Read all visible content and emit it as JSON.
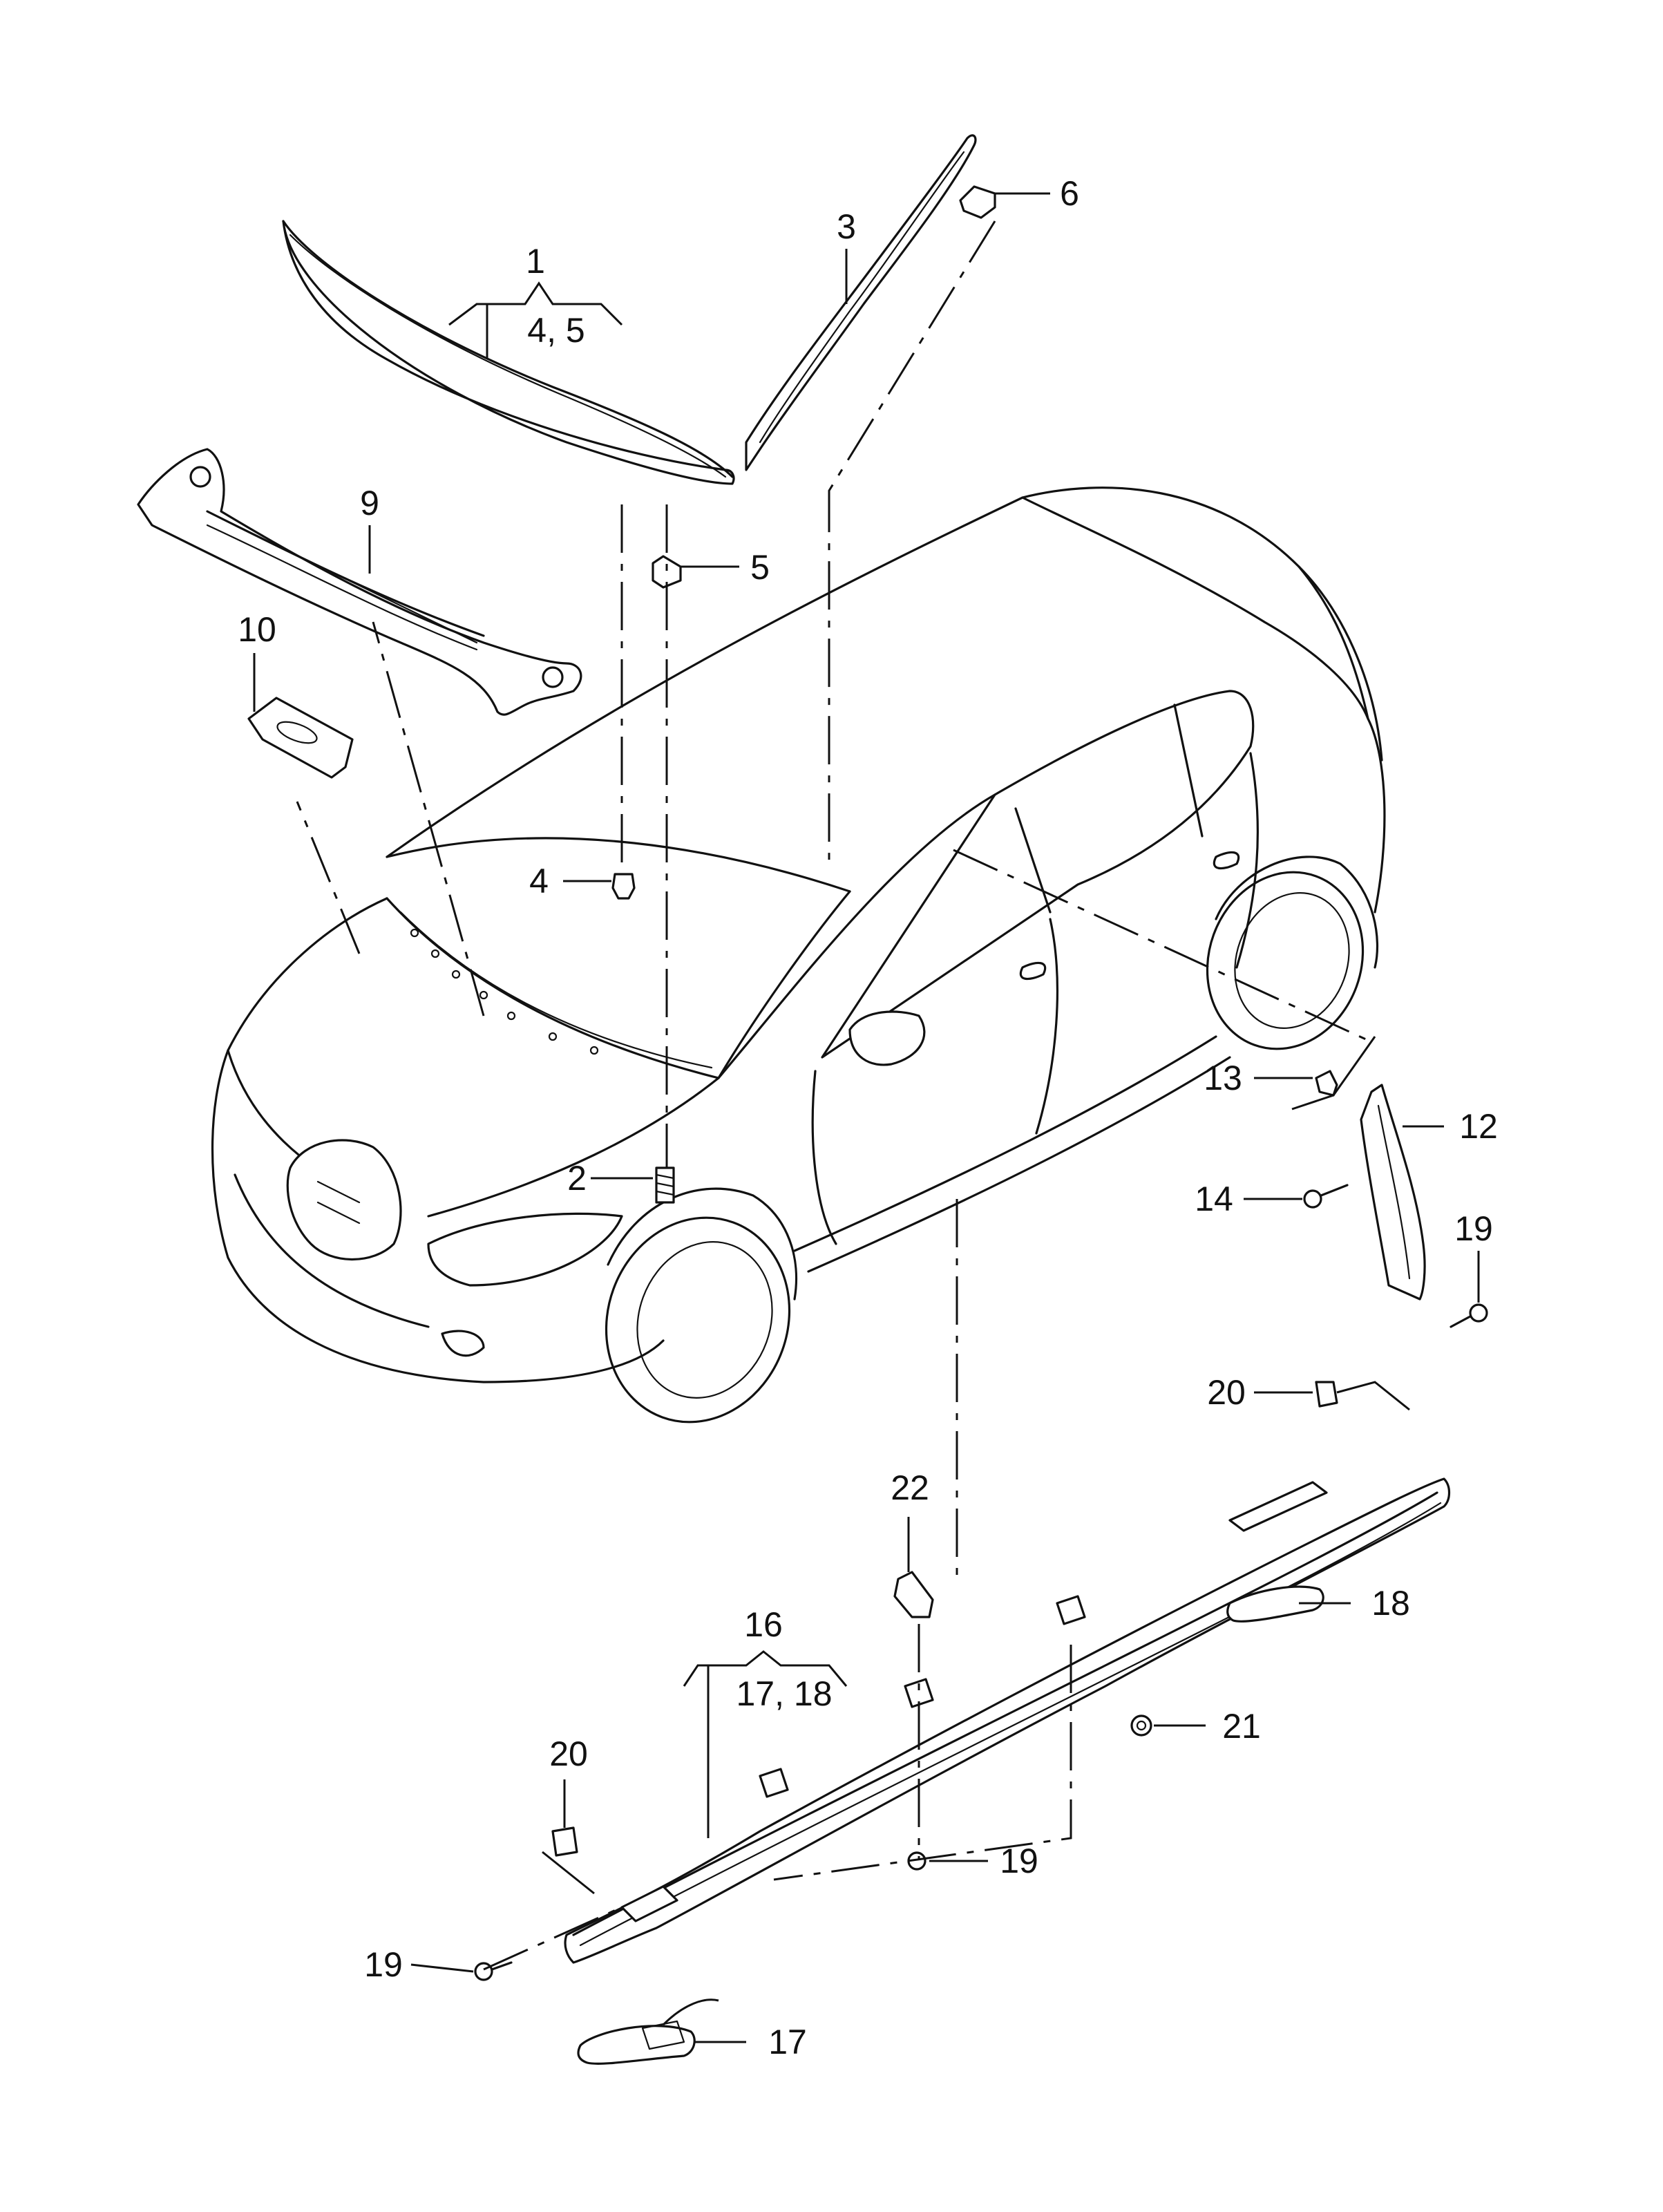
{
  "diagram": {
    "callouts": [
      {
        "id": "c1",
        "text": "1"
      },
      {
        "id": "c1sub",
        "text": "4, 5"
      },
      {
        "id": "c2",
        "text": "2"
      },
      {
        "id": "c3",
        "text": "3"
      },
      {
        "id": "c4",
        "text": "4"
      },
      {
        "id": "c5",
        "text": "5"
      },
      {
        "id": "c6",
        "text": "6"
      },
      {
        "id": "c9",
        "text": "9"
      },
      {
        "id": "c10",
        "text": "10"
      },
      {
        "id": "c12",
        "text": "12"
      },
      {
        "id": "c13",
        "text": "13"
      },
      {
        "id": "c14",
        "text": "14"
      },
      {
        "id": "c16",
        "text": "16"
      },
      {
        "id": "c16sub",
        "text": "17, 18"
      },
      {
        "id": "c17",
        "text": "17"
      },
      {
        "id": "c18",
        "text": "18"
      },
      {
        "id": "c19a",
        "text": "19"
      },
      {
        "id": "c19b",
        "text": "19"
      },
      {
        "id": "c19c",
        "text": "19"
      },
      {
        "id": "c20a",
        "text": "20"
      },
      {
        "id": "c20b",
        "text": "20"
      },
      {
        "id": "c21",
        "text": "21"
      },
      {
        "id": "c22",
        "text": "22"
      }
    ]
  }
}
